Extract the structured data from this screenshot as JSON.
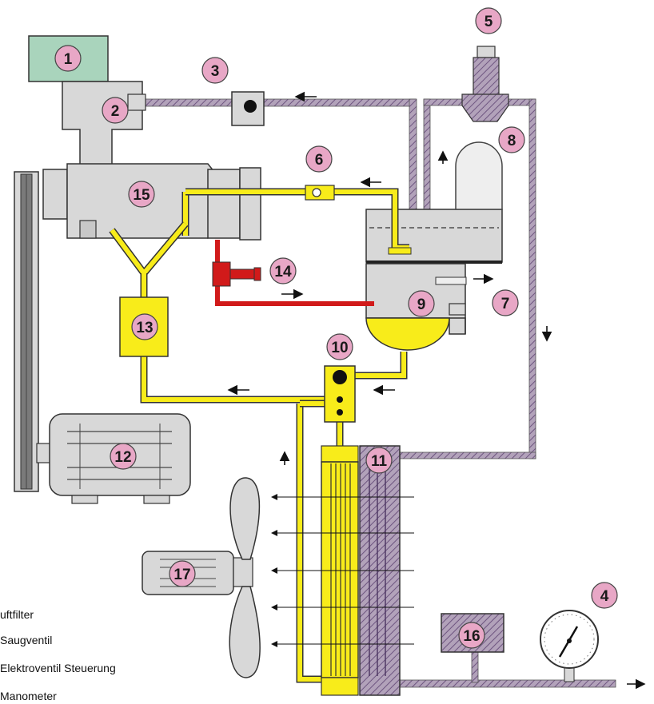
{
  "legend": [
    "uftfilter",
    "Saugventil",
    "Elektroventil Steuerung",
    "Manometer"
  ],
  "markers": [
    {
      "id": "1",
      "label": "1"
    },
    {
      "id": "2",
      "label": "2"
    },
    {
      "id": "3",
      "label": "3"
    },
    {
      "id": "4",
      "label": "4"
    },
    {
      "id": "5",
      "label": "5"
    },
    {
      "id": "6",
      "label": "6"
    },
    {
      "id": "7",
      "label": "7"
    },
    {
      "id": "8",
      "label": "8"
    },
    {
      "id": "9",
      "label": "9"
    },
    {
      "id": "10",
      "label": "10"
    },
    {
      "id": "11",
      "label": "11"
    },
    {
      "id": "12",
      "label": "12"
    },
    {
      "id": "13",
      "label": "13"
    },
    {
      "id": "14",
      "label": "14"
    },
    {
      "id": "15",
      "label": "15"
    },
    {
      "id": "16",
      "label": "16"
    },
    {
      "id": "17",
      "label": "17"
    }
  ],
  "colors": {
    "oil": "#f8ec1a",
    "air_pipe": "#a08aa8",
    "air_hatch": "#7a5e86",
    "red_line": "#d11a1a",
    "marker_fill": "#e8a7c6",
    "filter_green": "#a9d4bc",
    "machine_grey": "#d8d8d8",
    "outline": "#333333"
  }
}
